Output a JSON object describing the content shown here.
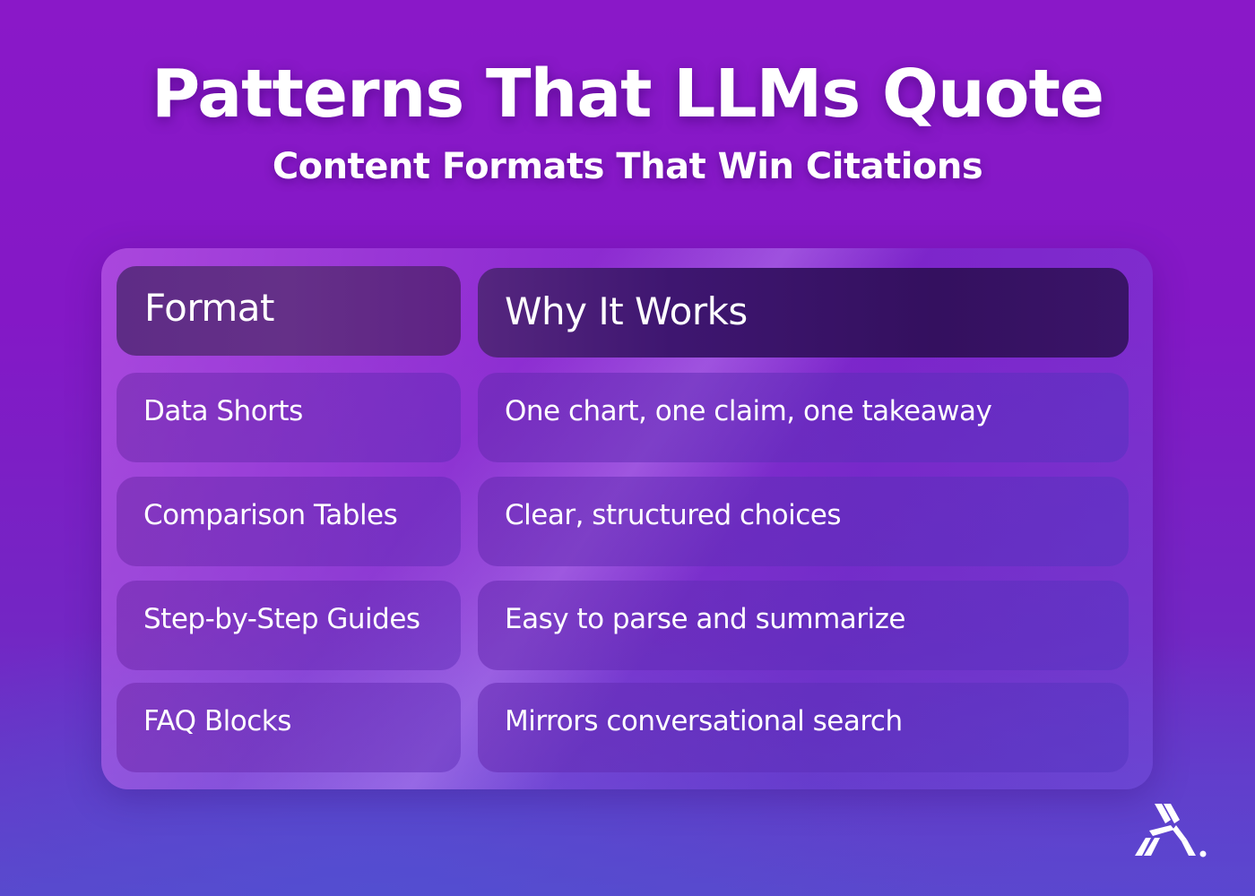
{
  "header": {
    "title": "Patterns That LLMs Quote",
    "subtitle": "Content Formats That Win Citations"
  },
  "table": {
    "columns": [
      "Format",
      "Why It Works"
    ],
    "rows": [
      {
        "format": "Data Shorts",
        "why": "One chart, one claim, one takeaway"
      },
      {
        "format": "Comparison Tables",
        "why": "Clear, structured choices"
      },
      {
        "format": "Step-by-Step Guides",
        "why": "Easy to parse and summarize"
      },
      {
        "format": "FAQ Blocks",
        "why": "Mirrors conversational search"
      }
    ]
  },
  "brand": {
    "logo_icon": "stylized-a-logo-icon"
  },
  "colors": {
    "background_top": "#8a18c8",
    "background_bottom": "#5b48cc",
    "header_cell": "#3e1670",
    "text": "#ffffff"
  }
}
